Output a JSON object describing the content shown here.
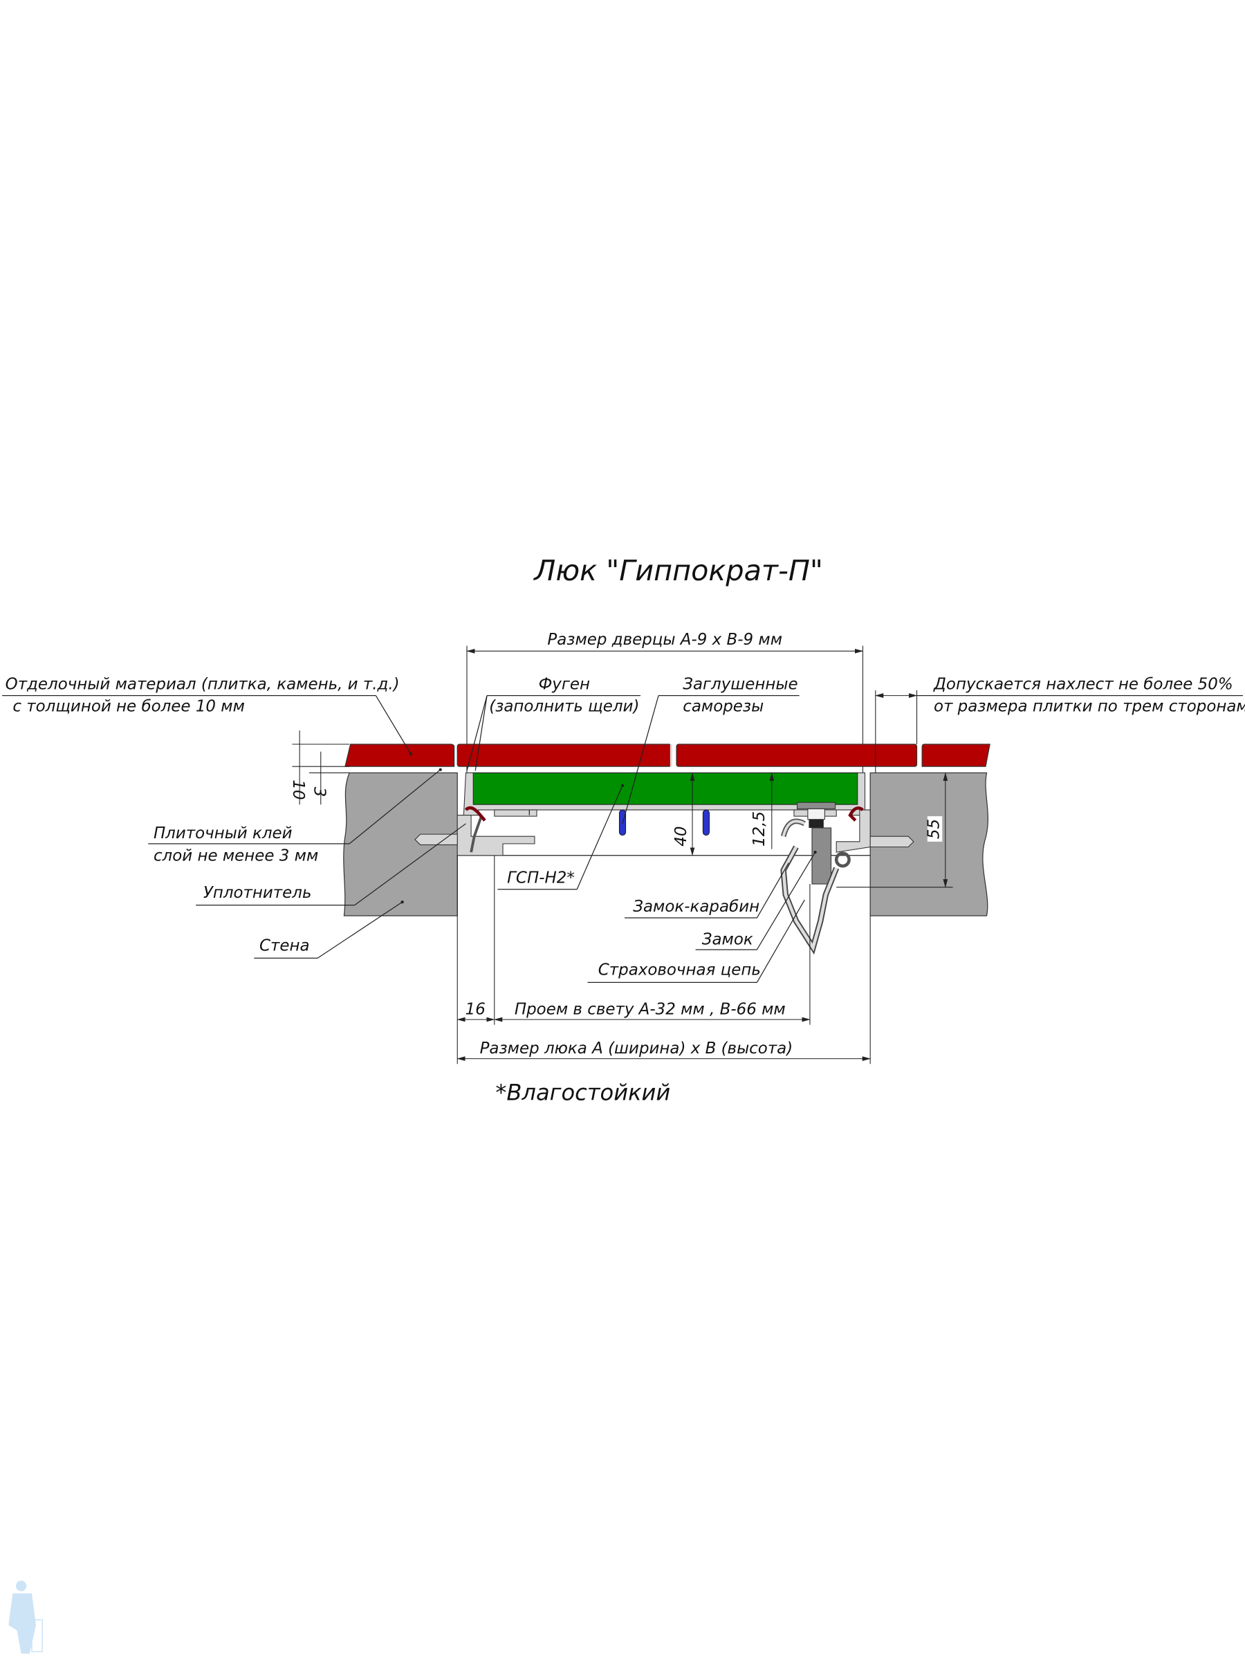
{
  "title": "Люк \"Гиппократ-П\"",
  "labels": {
    "door_size": "Размер дверцы А-9 х В-9 мм",
    "finish_line1": "Отделочный материал (плитка, камень, и т.д.)",
    "finish_line2": "с толщиной не более 10 мм",
    "grout_line1": "Фуген",
    "grout_line2": "(заполнить щели)",
    "screws_line1": "Заглушенные",
    "screws_line2": "саморезы",
    "overlap_line1": "Допускается нахлест не более 50%",
    "overlap_line2": "от размера плитки по трем сторонам",
    "adhesive_line1": "Плиточный клей",
    "adhesive_line2": "слой не менее 3 мм",
    "seal": "Уплотнитель",
    "wall": "Стена",
    "board": "ГСП-Н2*",
    "carabiner": "Замок-карабин",
    "lock": "Замок",
    "chain": "Страховочная цепь",
    "opening": "Проем в свету А-32 мм , В-66 мм",
    "hatch_size": "Размер люка А (ширина) х В (высота)",
    "footnote": "*Влагостойкий"
  },
  "dimensions": {
    "tile_thickness": "10",
    "adhesive_thickness": "3",
    "depth_40": "40",
    "depth_12_5": "12,5",
    "frame_55": "55",
    "side_16": "16"
  },
  "colors": {
    "tile": "#b40000",
    "panel": "#008f00",
    "wall": "#a3a3a3",
    "screw": "#2a35c9"
  }
}
